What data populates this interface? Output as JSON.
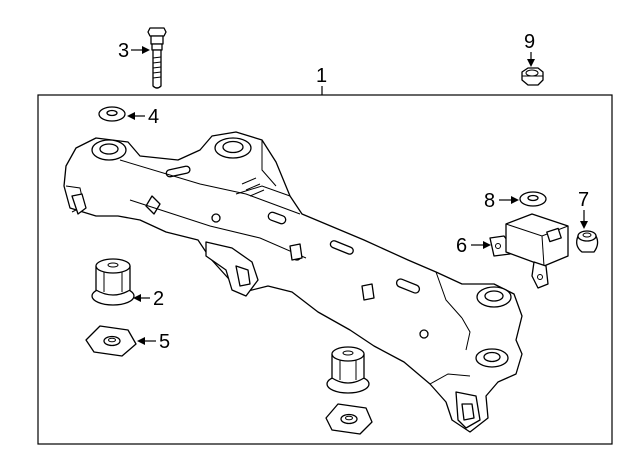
{
  "callouts": {
    "c1": "1",
    "c2": "2",
    "c3": "3",
    "c4": "4",
    "c5": "5",
    "c6": "6",
    "c7": "7",
    "c8": "8",
    "c9": "9"
  },
  "parts": [
    {
      "callout": "1",
      "icon": "crossmember-frame-icon"
    },
    {
      "callout": "2",
      "icon": "bushing-icon"
    },
    {
      "callout": "3",
      "icon": "bolt-icon"
    },
    {
      "callout": "4",
      "icon": "washer-icon"
    },
    {
      "callout": "5",
      "icon": "plate-icon"
    },
    {
      "callout": "6",
      "icon": "module-bracket-icon"
    },
    {
      "callout": "7",
      "icon": "cap-icon"
    },
    {
      "callout": "8",
      "icon": "washer-icon"
    },
    {
      "callout": "9",
      "icon": "nut-icon"
    }
  ]
}
